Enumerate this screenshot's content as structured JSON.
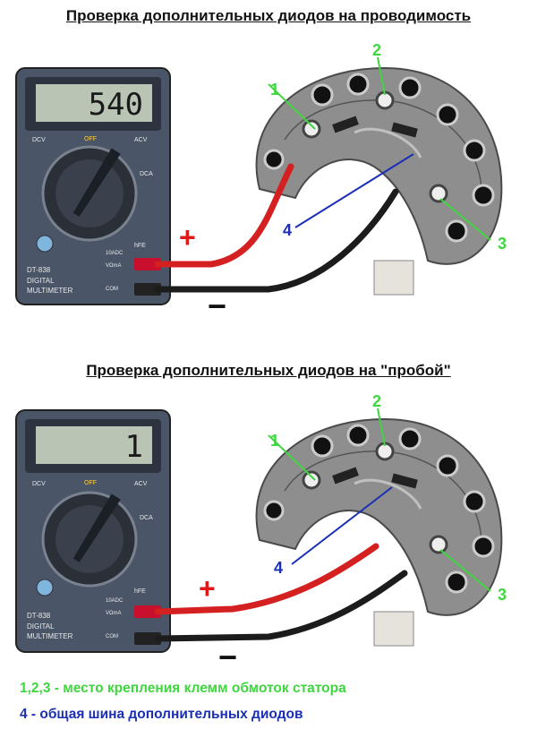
{
  "titles": {
    "conductivity": "Проверка дополнительных диодов на проводимость",
    "breakdown": "Проверка дополнительных диодов на \"пробой\""
  },
  "panels": [
    {
      "display_value": "540",
      "plus_sign": "+",
      "minus_sign": "−",
      "labels": {
        "n1": "1",
        "n2": "2",
        "n3": "3",
        "n4": "4"
      }
    },
    {
      "display_value": "1",
      "plus_sign": "+",
      "minus_sign": "−",
      "labels": {
        "n1": "1",
        "n2": "2",
        "n3": "3",
        "n4": "4"
      }
    }
  ],
  "multimeter": {
    "model": "DT-838",
    "brand_line1": "DIGITAL",
    "brand_line2": "MULTIMETER",
    "dial_labels": {
      "dcv": "DCV",
      "off": "OFF",
      "acv": "ACV",
      "dca": "DCA",
      "hfe": "hFE"
    },
    "port_10a": "10ADC",
    "port_vma": "VΩmA",
    "port_com": "COM"
  },
  "legend": {
    "stator_terminals": "1,2,3 - место крепления клемм обмоток статора",
    "common_bus": "4 - общая шина дополнительных диодов"
  },
  "colors": {
    "green": "#3fd63f",
    "blue": "#1a2fb5",
    "red": "#e01818",
    "meter_body": "#4a5568",
    "lcd": "#b9c4b4"
  }
}
